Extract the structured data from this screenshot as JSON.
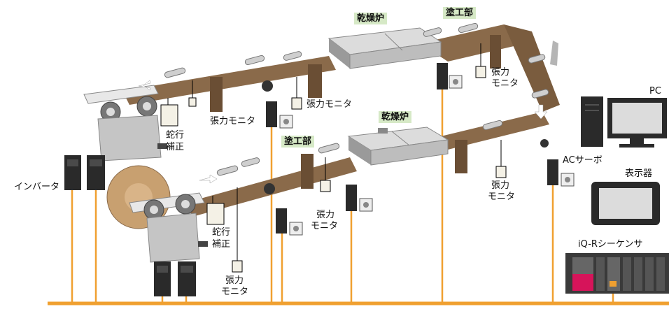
{
  "labels": {
    "dryer_upper": "乾燥炉",
    "dryer_lower": "乾燥炉",
    "coater_upper": "塗工部",
    "coater_lower": "塗工部",
    "tension_monitor": "張力モニタ",
    "tension": "張力",
    "monitor": "モニタ",
    "meander_1": "蛇行",
    "meander_2": "補正",
    "inverter": "インバータ",
    "ac_servo": "ACサーボ",
    "pc": "PC",
    "display": "表示器",
    "sequencer": "iQ-Rシーケンサ"
  },
  "colors": {
    "network": "#f0a030",
    "web": "#8a6a4a",
    "machine": "#b0b0b0",
    "dryer": "#c7c7c7",
    "coater_tag": "#d6e9c6",
    "cpu_accent": "#d6145a"
  }
}
